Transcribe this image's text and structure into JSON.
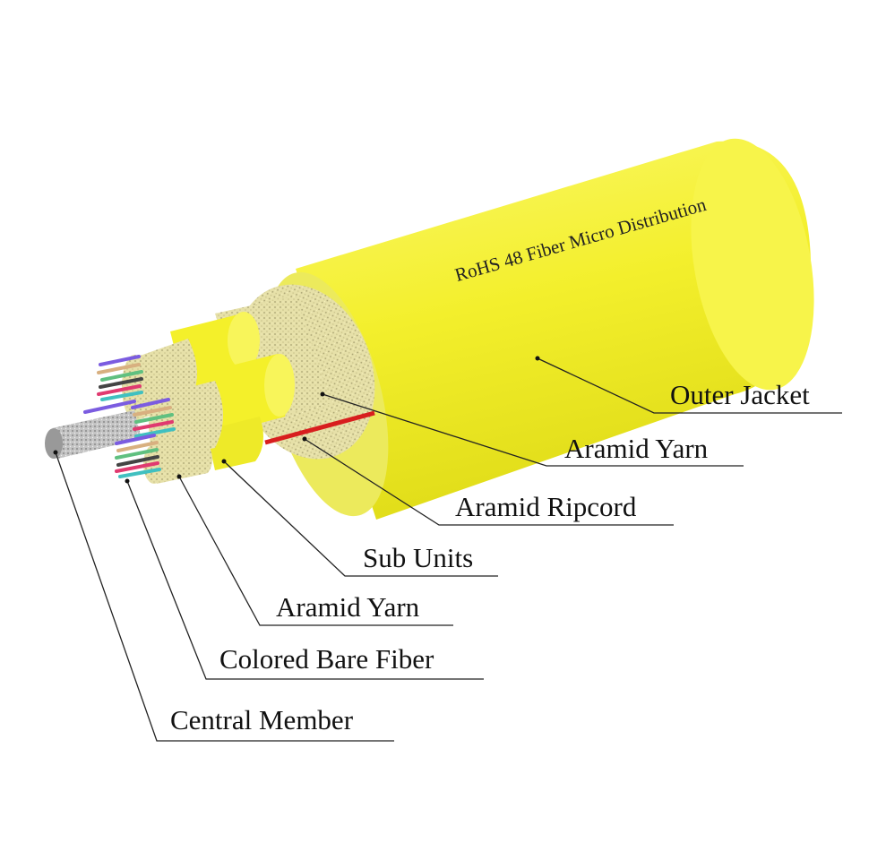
{
  "title": "RoHS 48 Fiber Micro Distribution",
  "labels": {
    "outer_jacket": "Outer Jacket",
    "aramid_yarn_outer": "Aramid Yarn",
    "aramid_ripcord": "Aramid Ripcord",
    "sub_units": "Sub Units",
    "aramid_yarn_inner": "Aramid Yarn",
    "colored_bare_fiber": "Colored Bare Fiber",
    "central_member": "Central Member"
  },
  "colors": {
    "jacket": "#f5f23a",
    "yarn": "#e3dca0",
    "ripcord": "#e02020",
    "central": "#b8b8b8"
  }
}
